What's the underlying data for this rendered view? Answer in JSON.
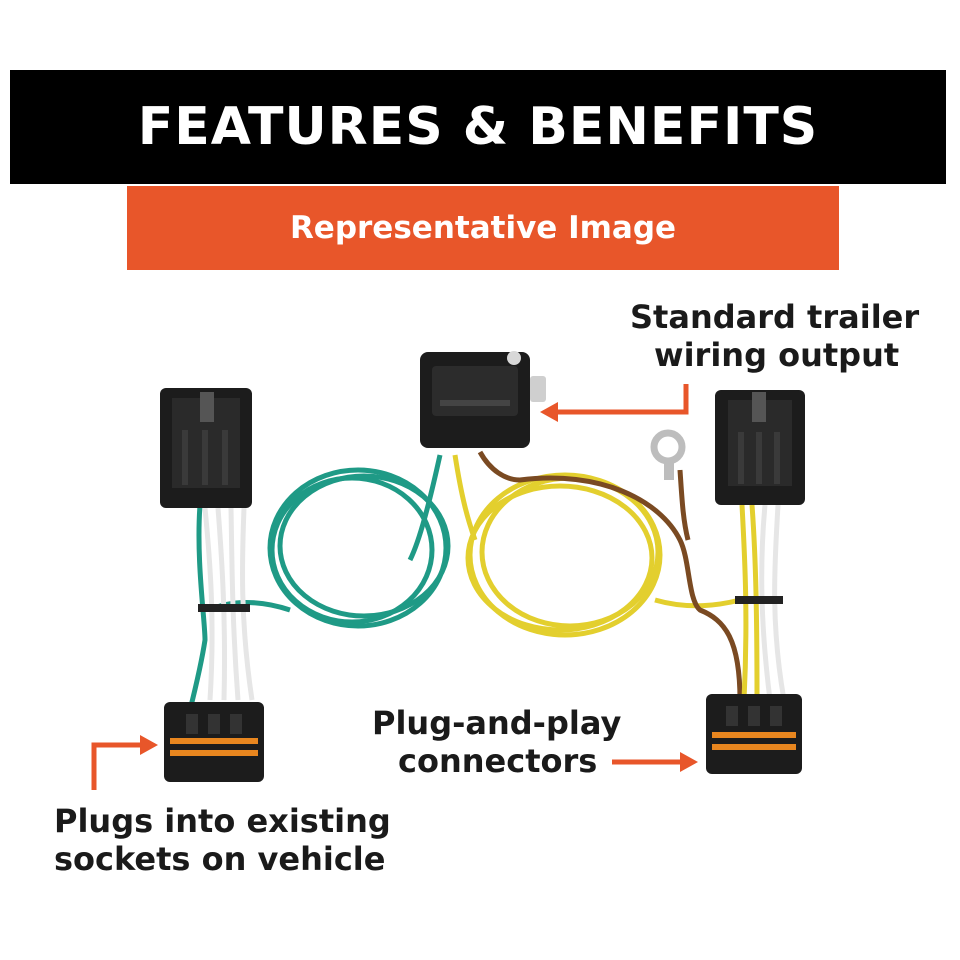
{
  "header": {
    "title": "FEATURES & BENEFITS",
    "subtitle": "Representative Image"
  },
  "callouts": {
    "output": {
      "line1": "Standard trailer",
      "line2": "wiring output"
    },
    "connectors": {
      "line1": "Plug-and-play",
      "line2": "connectors"
    },
    "plugs": {
      "line1": "Plugs into existing",
      "line2": "sockets on vehicle"
    }
  },
  "colors": {
    "banner": "#000000",
    "accent": "#e8562a",
    "wire_green": "#1f9a86",
    "wire_yellow": "#e3cf2e",
    "wire_brown": "#7a4a22",
    "wire_white": "#e6e6e6",
    "connector": "#1c1c1c",
    "seal_orange": "#e8861f"
  }
}
